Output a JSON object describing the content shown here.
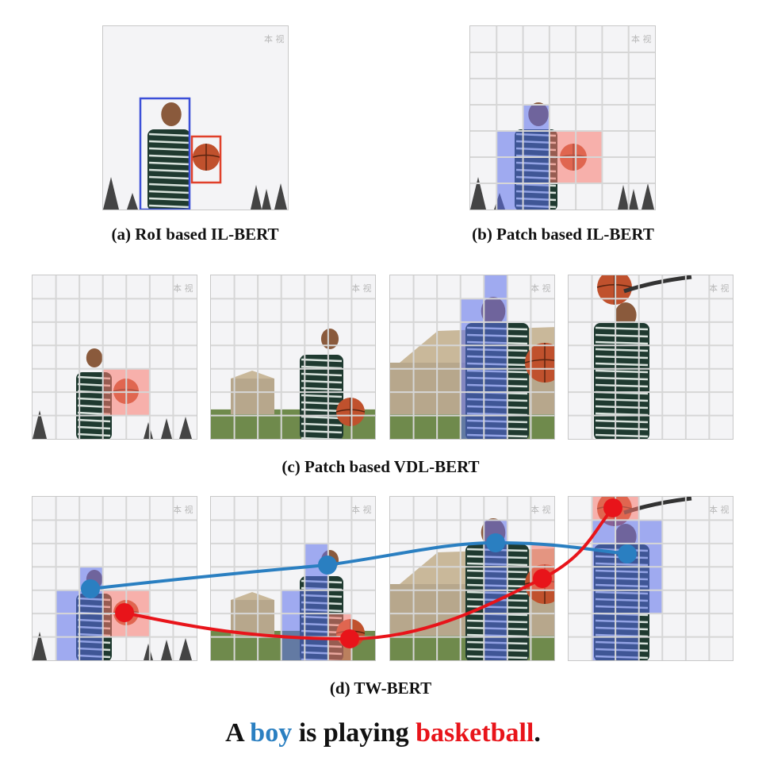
{
  "captions": {
    "a": "(a) RoI based IL-BERT",
    "b": "(b) Patch based IL-BERT",
    "c": "(c) Patch based VDL-BERT",
    "d": "(d) TW-BERT"
  },
  "sentence": {
    "prefix": "A ",
    "boy": "boy",
    "middle": " is playing ",
    "basketball": "basketball",
    "suffix": "."
  },
  "colors": {
    "boy": "#2a7fc1",
    "basketball": "#e8141a",
    "boy_box": "#3b4fd8",
    "ball_box": "#e0402a",
    "boy_patch": "rgba(90,110,235,0.55)",
    "ball_patch": "rgba(250,120,110,0.55)",
    "grid": "#d0d0d0"
  },
  "watermark": "本 视"
}
